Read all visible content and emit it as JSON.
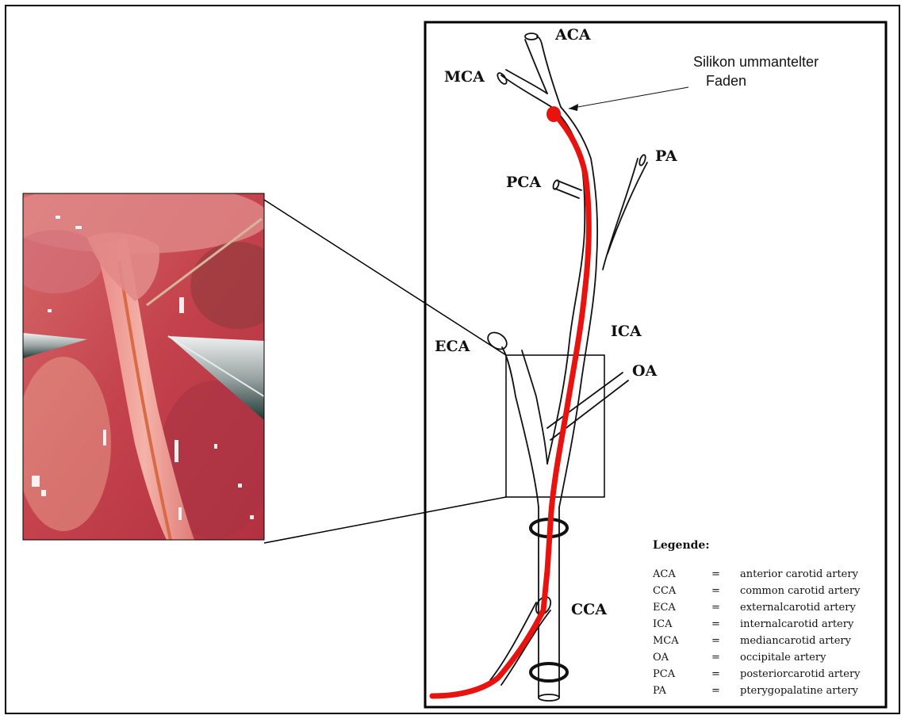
{
  "labels": {
    "aca": "ACA",
    "mca": "MCA",
    "pca": "PCA",
    "pa": "PA",
    "ica": "ICA",
    "oa": "OA",
    "eca": "ECA",
    "cca": "CCA"
  },
  "callout": {
    "line1": "Silikon ummantelter",
    "line2": "Faden"
  },
  "legend": {
    "title": "Legende:",
    "entries": [
      {
        "abbr": "ACA",
        "sep": "=",
        "desc": "anterior carotid artery"
      },
      {
        "abbr": "CCA",
        "sep": "=",
        "desc": "common carotid artery"
      },
      {
        "abbr": "ECA",
        "sep": "=",
        "desc": "externalcarotid artery"
      },
      {
        "abbr": "ICA",
        "sep": "=",
        "desc": "internalcarotid artery"
      },
      {
        "abbr": "MCA",
        "sep": "=",
        "desc": "mediancarotid artery"
      },
      {
        "abbr": "OA",
        "sep": "=",
        "desc": "occipitale artery"
      },
      {
        "abbr": "PCA",
        "sep": "=",
        "desc": "posteriorcarotid artery"
      },
      {
        "abbr": "PA",
        "sep": "=",
        "desc": "pterygopalatine artery"
      }
    ]
  },
  "colors": {
    "filament": "#e8130f",
    "outline": "#111111",
    "photo_tissue": "#c9505a"
  },
  "photo": {
    "description_icon": "surgical-photo"
  }
}
